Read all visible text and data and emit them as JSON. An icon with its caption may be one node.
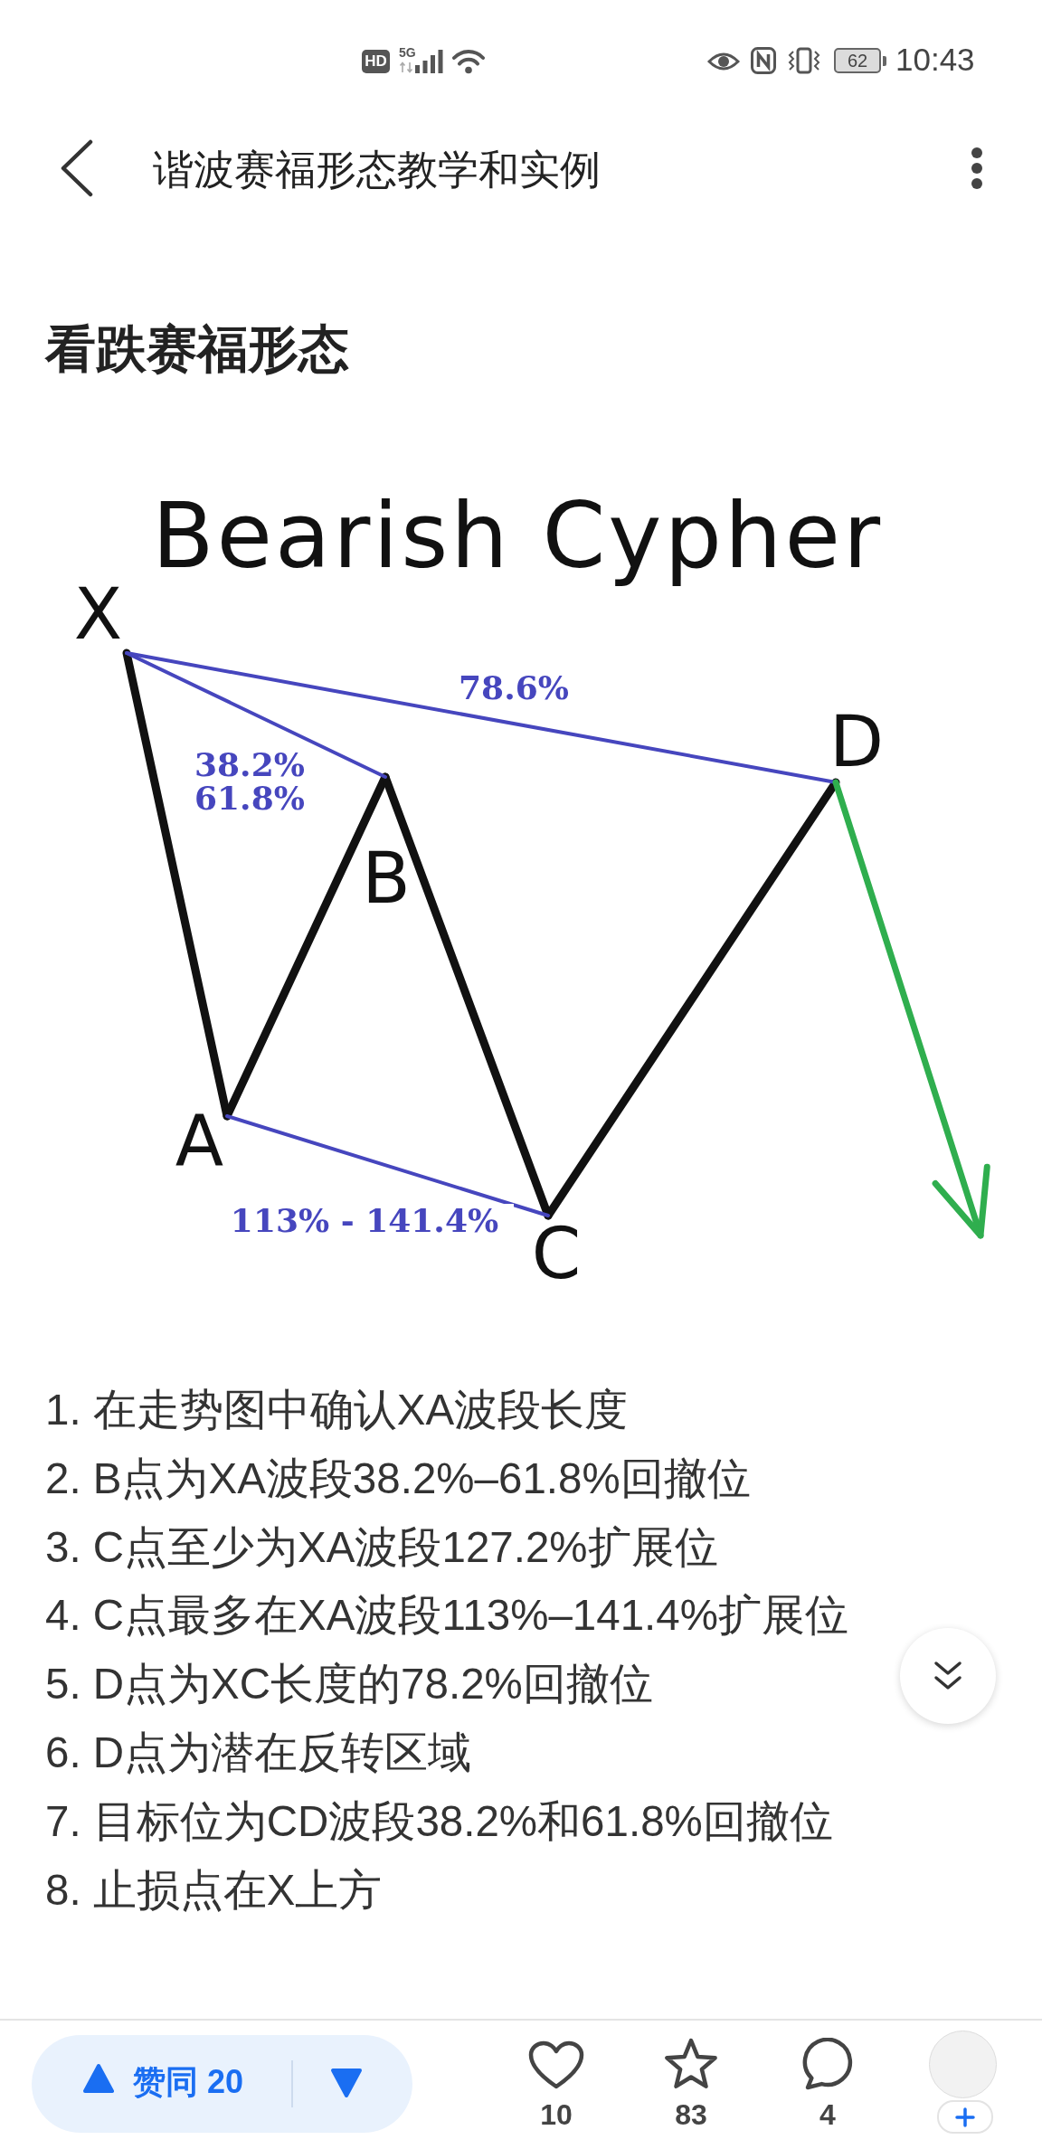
{
  "diagram": {
    "title": "Bearish Cypher",
    "nodes": [
      {
        "text": [
          "X"
        ]
      },
      {
        "text": [
          "A"
        ]
      },
      {
        "text": [
          "B"
        ]
      },
      {
        "text": [
          "C"
        ]
      },
      {
        "text": [
          "D"
        ]
      }
    ],
    "edges": [
      {
        "from": 0,
        "to": 1,
        "arrow": "none"
      },
      {
        "from": 1,
        "to": 2,
        "arrow": "none"
      },
      {
        "from": 2,
        "to": 3,
        "arrow": "none"
      },
      {
        "from": 3,
        "to": 4,
        "arrow": "none"
      },
      {
        "from": 0,
        "to": 2,
        "arrow": "none",
        "label": "38.2% 61.8%",
        "color": "#4646be"
      },
      {
        "from": 0,
        "to": 4,
        "arrow": "none",
        "label": "78.6%",
        "color": "#4646be"
      },
      {
        "from": 1,
        "to": 3,
        "arrow": "none",
        "label": "113% - 141.4%",
        "color": "#4646be"
      },
      {
        "from": 4,
        "to": null,
        "arrow": "to",
        "color": "#2fae4e"
      }
    ],
    "labels": [
      "HD",
      "5G",
      "62",
      "10:43",
      "谐波赛福形态教学和实例",
      "看跌赛福形态",
      "1. 在走势图中确认XA波段长度",
      "2. B点为XA波段38.2%–61.8%回撤位",
      "3. C点至少为XA波段127.2%扩展位",
      "4. C点最多在XA波段113%–141.4%扩展位",
      "5. D点为XC长度的78.2%回撤位",
      "6. D点为潜在反转区域",
      "7. 目标位为CD波段38.2%和61.8%回撤位",
      "8. 止损点在X上方",
      "赞同 20",
      "10",
      "83",
      "4"
    ]
  }
}
